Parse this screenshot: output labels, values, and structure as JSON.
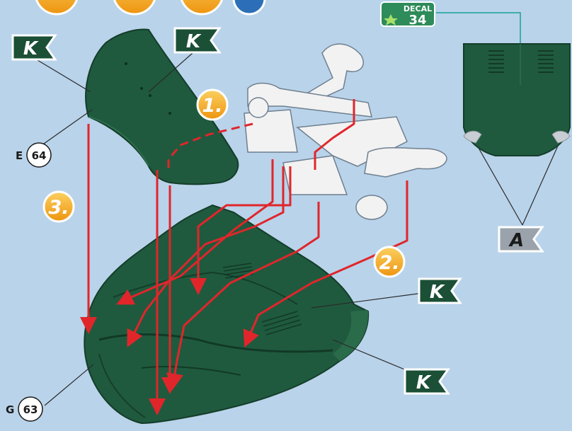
{
  "decal": {
    "title": "DECAL",
    "number": "34"
  },
  "steps": [
    "1.",
    "2.",
    "3."
  ],
  "flags": {
    "paint_code_k": "K",
    "paint_code_a": "A"
  },
  "parts": [
    {
      "letter": "E",
      "number": "64"
    },
    {
      "letter": "G",
      "number": "63"
    }
  ],
  "colors": {
    "background": "#b9d3ea",
    "body_green": "#1f5a3e",
    "flag_green": "#1b4f36",
    "arrow_red": "#e0262b",
    "step_orange": "#f5a516",
    "white_part": "#f2f2f2",
    "decal_green": "#2e8b5a"
  }
}
